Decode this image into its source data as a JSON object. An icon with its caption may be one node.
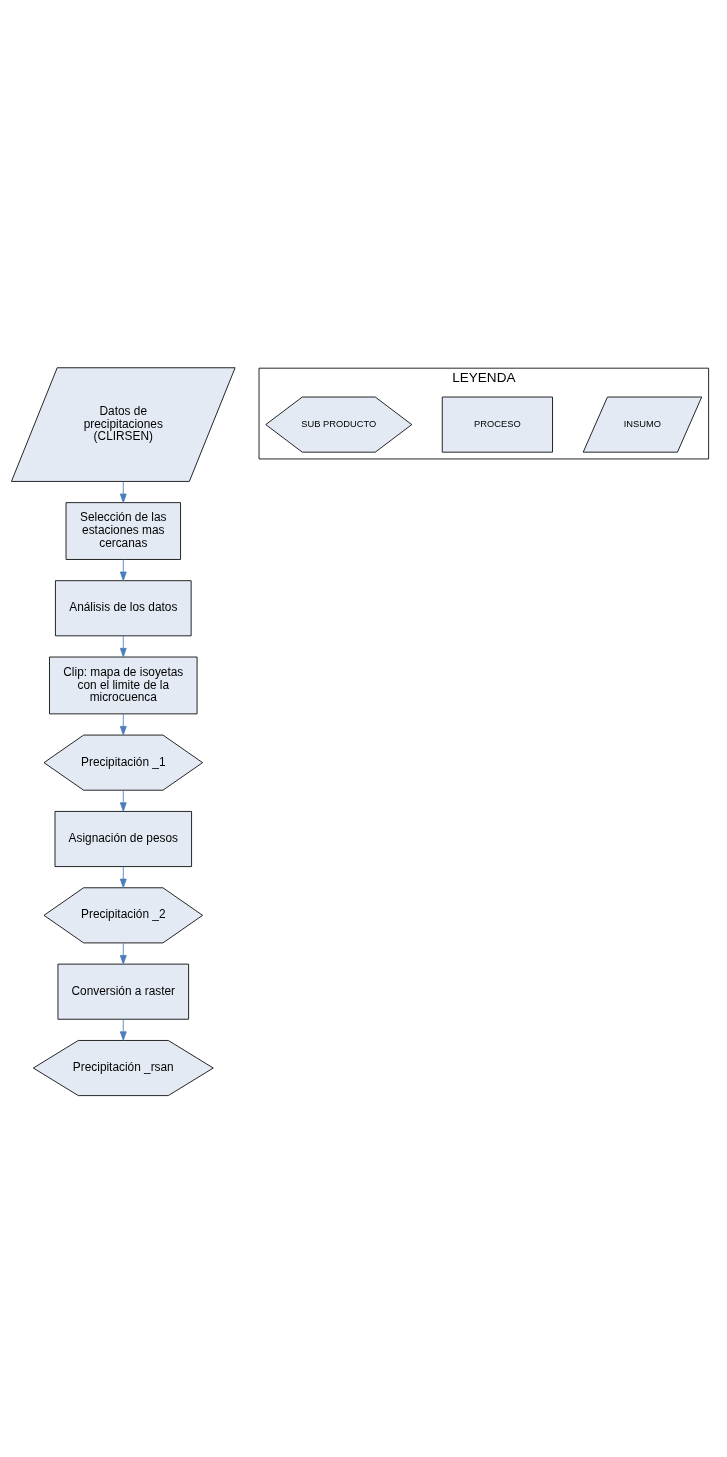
{
  "diagram": {
    "nodes": [
      {
        "text": [
          "Datos de precipitaciones (CLIRSEN)"
        ]
      },
      {
        "text": [
          "Selección de las estaciones mas cercanas"
        ]
      },
      {
        "text": [
          "Análisis de los datos"
        ]
      },
      {
        "text": [
          "Clip: mapa de isoyetas con el limite de la microcuenca"
        ]
      },
      {
        "text": [
          "Precipitación _1"
        ]
      },
      {
        "text": [
          "Asignación de pesos"
        ]
      },
      {
        "text": [
          "Precipitación _2"
        ]
      },
      {
        "text": [
          "Conversión a raster"
        ]
      },
      {
        "text": [
          "Precipitación _rsan"
        ]
      },
      {
        "text": [
          "LEYENDA"
        ]
      },
      {
        "text": [
          "INSUMO"
        ],
        "in": 9
      },
      {
        "text": [
          "PROCESO"
        ],
        "in": 9
      },
      {
        "text": [
          "SUB PRODUCTO"
        ],
        "in": 9
      }
    ],
    "edges": [
      {
        "from": 0,
        "to": 1,
        "arrow": "to"
      },
      {
        "from": 1,
        "to": 2,
        "arrow": "to"
      },
      {
        "from": 2,
        "to": 3,
        "arrow": "to"
      },
      {
        "from": 3,
        "to": 4,
        "arrow": "to"
      },
      {
        "from": 4,
        "to": 5,
        "arrow": "to"
      },
      {
        "from": 5,
        "to": 6,
        "arrow": "to"
      },
      {
        "from": 6,
        "to": 7,
        "arrow": "to"
      },
      {
        "from": 7,
        "to": 8,
        "arrow": "to"
      }
    ]
  }
}
